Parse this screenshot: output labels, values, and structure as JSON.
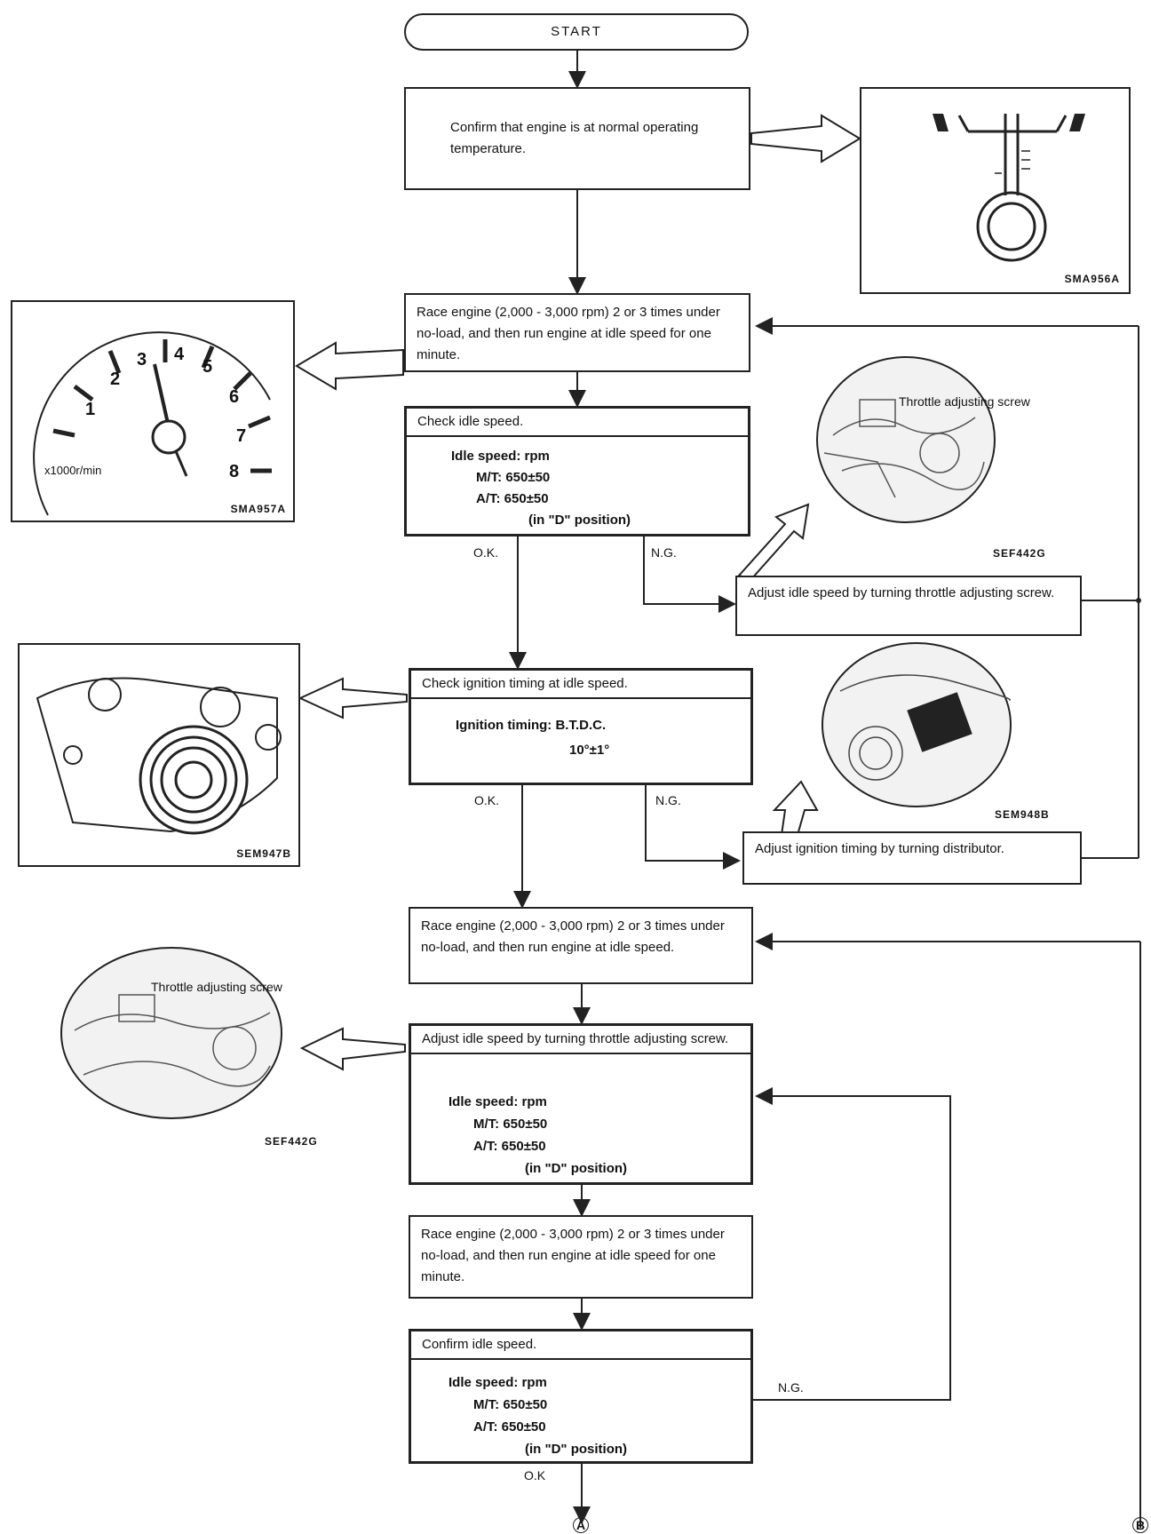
{
  "start": "START",
  "steps": {
    "confirm_temp": "Confirm that engine is at normal operating temperature.",
    "race1": "Race engine (2,000 - 3,000 rpm) 2 or 3 times under no-load, and then run engine at idle speed for one minute.",
    "check_idle": {
      "header": "Check idle speed.",
      "l1": "Idle speed:  rpm",
      "l2": "M/T:  650±50",
      "l3": "A/T:  650±50",
      "l4": "(in \"D\" position)"
    },
    "adjust_idle_ng": "Adjust idle speed by turning throttle adjusting screw.",
    "check_ign": {
      "header": "Check ignition timing at idle speed.",
      "l1": "Ignition timing:  B.T.D.C.",
      "l2": "10°±1°"
    },
    "adjust_ign_ng": "Adjust ignition timing by turning distributor.",
    "race2": "Race engine (2,000 - 3,000 rpm) 2 or 3 times under no-load, and then run engine at idle speed.",
    "adjust_idle2": {
      "header": "Adjust idle speed by turning throttle adjusting screw.",
      "l1": "Idle speed:  rpm",
      "l2": "M/T:  650±50",
      "l3": "A/T:  650±50",
      "l4": "(in \"D\" position)"
    },
    "race3": "Race engine (2,000 - 3,000 rpm) 2 or 3 times under no-load, and then run engine at idle speed for one minute.",
    "confirm_idle": {
      "header": "Confirm idle speed.",
      "l1": "Idle speed:  rpm",
      "l2": "M/T:  650±50",
      "l3": "A/T:  650±50",
      "l4": "(in \"D\" position)"
    }
  },
  "labels": {
    "ok1": "O.K.",
    "ng1": "N.G.",
    "ok2": "O.K.",
    "ng2": "N.G.",
    "ng3": "N.G.",
    "ok3": "O.K",
    "connector_a": "A",
    "connector_b": "B"
  },
  "figures": {
    "thermo_code": "SMA956A",
    "tacho_code": "SMA957A",
    "tacho_unit": "x1000r/min",
    "tacho_numbers": [
      "1",
      "2",
      "3",
      "4",
      "5",
      "6",
      "7",
      "8"
    ],
    "throttle_code_1": "SEF442G",
    "throttle_label_1": "Throttle adjusting screw",
    "engine_code": "SEM947B",
    "distributor_code": "SEM948B",
    "throttle_code_2": "SEF442G",
    "throttle_label_2": "Throttle adjusting screw"
  }
}
